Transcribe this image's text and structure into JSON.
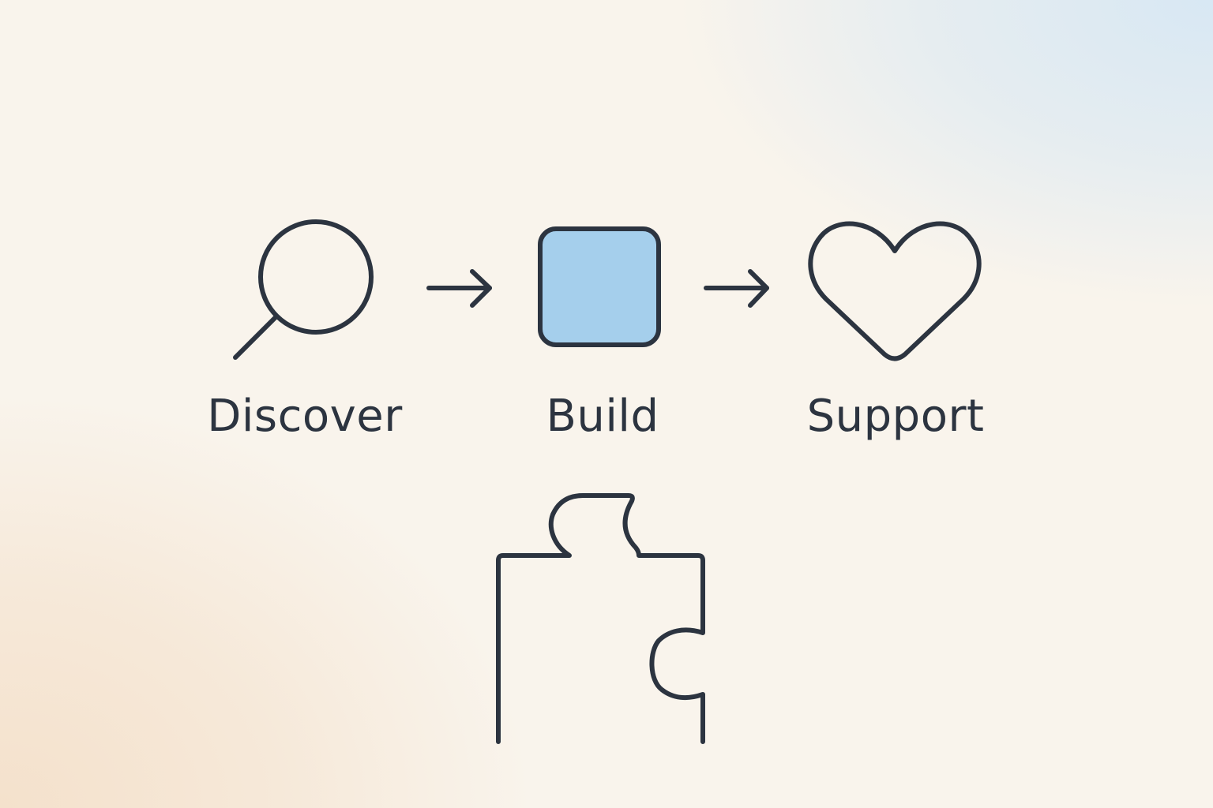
{
  "colors": {
    "stroke": "#2c3440",
    "build_fill": "#a5cfec",
    "background": "#f9f4ec",
    "glow_blue": "#d6e7f4",
    "glow_peach": "#f4e0ca"
  },
  "steps": [
    {
      "label": "Discover",
      "icon": "magnifying-glass-icon"
    },
    {
      "label": "Build",
      "icon": "square-icon"
    },
    {
      "label": "Support",
      "icon": "heart-icon"
    }
  ],
  "connectors": [
    "arrow-right-icon",
    "arrow-right-icon"
  ],
  "extra_icon": "puzzle-piece-icon"
}
